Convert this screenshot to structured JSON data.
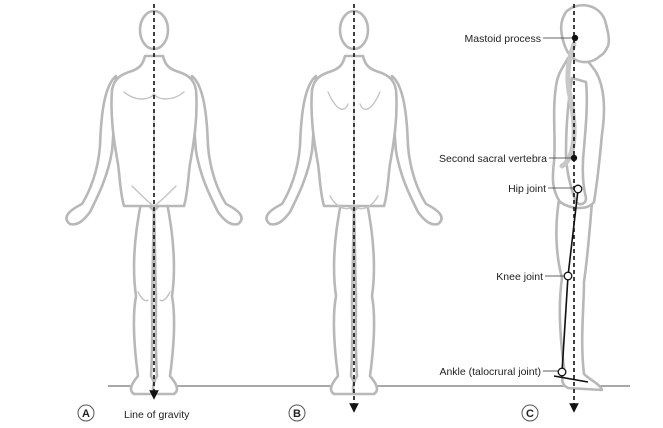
{
  "panels": [
    {
      "letter": "A",
      "caption": "Line of gravity"
    },
    {
      "letter": "B"
    },
    {
      "letter": "C"
    }
  ],
  "landmarks": [
    {
      "label": "Mastoid process",
      "marker": "filled"
    },
    {
      "label": "Second sacral vertebra",
      "marker": "filled"
    },
    {
      "label": "Hip joint",
      "marker": "open"
    },
    {
      "label": "Knee joint",
      "marker": "open"
    },
    {
      "label": "Ankle (talocrural joint)",
      "marker": "open"
    }
  ],
  "colors": {
    "body_outline": "#b8b8b8",
    "spine": "#c8c8c8",
    "gravity_line": "#111111",
    "ground": "#a8a8a8"
  }
}
